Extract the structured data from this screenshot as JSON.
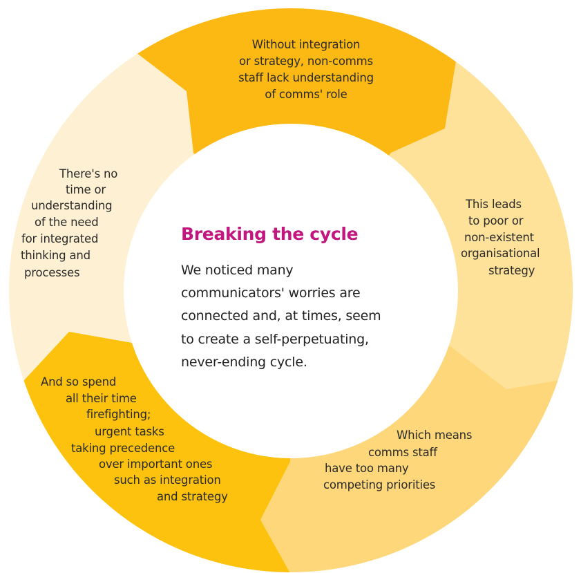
{
  "colors": {
    "top": "#fdb913",
    "right": "#fee29a",
    "bottom_right": "#fdd77a",
    "bottom_left": "#fdc20e",
    "left": "#fef0d2",
    "title": "#c2177f"
  },
  "center": {
    "title": "Breaking the cycle",
    "body": [
      "We noticed many",
      "communicators' worries are",
      "connected and, at times, seem",
      "to create a self-perpetuating,",
      "never-ending cycle."
    ]
  },
  "segments": {
    "top": [
      "Without integration",
      "or strategy, non-comms",
      "staff lack understanding",
      "of comms' role"
    ],
    "right": [
      "This leads",
      "to poor or",
      "non-existent",
      "organisational",
      "strategy"
    ],
    "bottom_right": [
      "Which means",
      "comms staff",
      "have too many",
      "competing priorities"
    ],
    "bottom_left": [
      "And so spend",
      "all their time",
      "firefighting;",
      "urgent tasks",
      "taking precedence",
      "over important ones",
      "such as integration",
      "and strategy"
    ],
    "left": [
      "There's no",
      "time or",
      "understanding",
      "of the need",
      "for integrated",
      "thinking and",
      "processes"
    ]
  }
}
